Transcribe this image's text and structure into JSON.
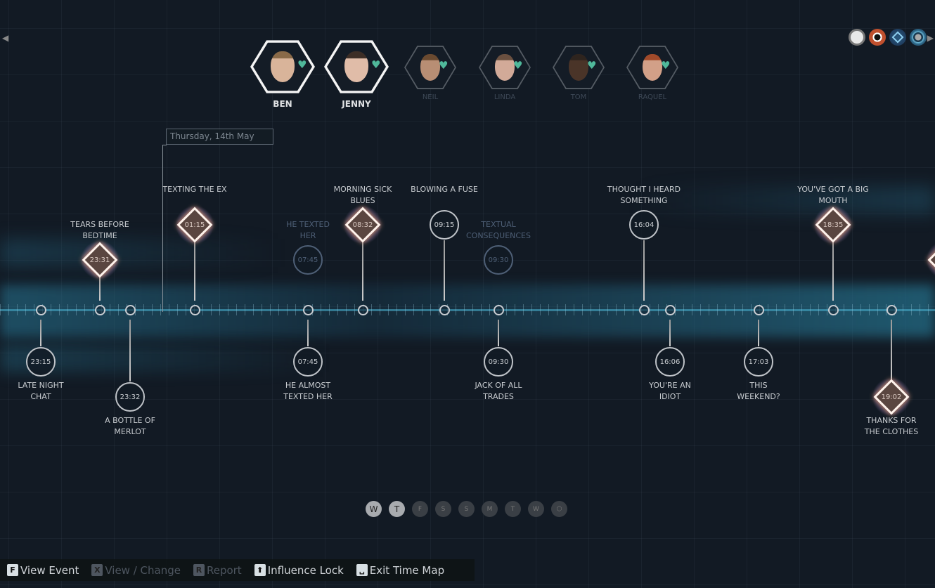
{
  "date_label": "Thursday, 14th May",
  "characters": [
    {
      "name": "BEN",
      "selected": true,
      "skin": "#d9b49a",
      "hair": "#8a6a48"
    },
    {
      "name": "JENNY",
      "selected": true,
      "skin": "#e0bca8",
      "hair": "#3d2e26"
    },
    {
      "name": "NEIL",
      "selected": false,
      "skin": "#b88e74",
      "hair": "#6a4a30"
    },
    {
      "name": "LINDA",
      "selected": false,
      "skin": "#d2aa98",
      "hair": "#6a5040"
    },
    {
      "name": "TOM",
      "selected": false,
      "skin": "#4a3428",
      "hair": "#2e241e"
    },
    {
      "name": "RAQUEL",
      "selected": false,
      "skin": "#d2a088",
      "hair": "#a04a2a"
    }
  ],
  "events": [
    {
      "time": "23:15",
      "title": "LATE NIGHT CHAT",
      "type": "circle"
    },
    {
      "time": "23:31",
      "title": "TEARS BEFORE BEDTIME",
      "type": "diamond"
    },
    {
      "time": "23:32",
      "title": "A BOTTLE OF MERLOT",
      "type": "circle"
    },
    {
      "time": "01:15",
      "title": "TEXTING THE EX",
      "type": "diamond"
    },
    {
      "time": "07:45",
      "title": "HE TEXTED HER",
      "type": "faded"
    },
    {
      "time": "07:45",
      "title": "HE ALMOST TEXTED HER",
      "type": "circle"
    },
    {
      "time": "08:32",
      "title": "MORNING SICK BLUES",
      "type": "diamond"
    },
    {
      "time": "09:15",
      "title": "BLOWING A FUSE",
      "type": "circle"
    },
    {
      "time": "09:30",
      "title": "TEXTUAL CONSEQUENCES",
      "type": "faded"
    },
    {
      "time": "09:30",
      "title": "JACK OF ALL TRADES",
      "type": "circle"
    },
    {
      "time": "16:04",
      "title": "THOUGHT I HEARD SOMETHING",
      "type": "circle"
    },
    {
      "time": "16:06",
      "title": "YOU'RE AN IDIOT",
      "type": "circle"
    },
    {
      "time": "17:03",
      "title": "THIS WEEKEND?",
      "type": "circle"
    },
    {
      "time": "18:35",
      "title": "YOU'VE GOT A BIG MOUTH",
      "type": "diamond"
    },
    {
      "time": "19:02",
      "title": "THANKS FOR THE CLOTHES",
      "type": "diamond"
    }
  ],
  "days": [
    {
      "label": "W",
      "active": true
    },
    {
      "label": "T",
      "active": true
    },
    {
      "label": "F",
      "active": false
    },
    {
      "label": "S",
      "active": false
    },
    {
      "label": "S",
      "active": false
    },
    {
      "label": "M",
      "active": false
    },
    {
      "label": "T",
      "active": false
    },
    {
      "label": "W",
      "active": false
    },
    {
      "label": "⬡",
      "active": false
    }
  ],
  "actions": [
    {
      "key": "F",
      "label": "View Event",
      "enabled": true
    },
    {
      "key": "X",
      "label": "View / Change",
      "enabled": false
    },
    {
      "key": "R",
      "label": "Report",
      "enabled": false
    },
    {
      "key": "⬆",
      "label": "Influence Lock",
      "enabled": true
    },
    {
      "key": "␣",
      "label": "Exit Time Map",
      "enabled": true
    }
  ],
  "colors": {
    "accent": "#46aac8",
    "heart": "#4fb89a",
    "diamond": "#fff3ec"
  }
}
